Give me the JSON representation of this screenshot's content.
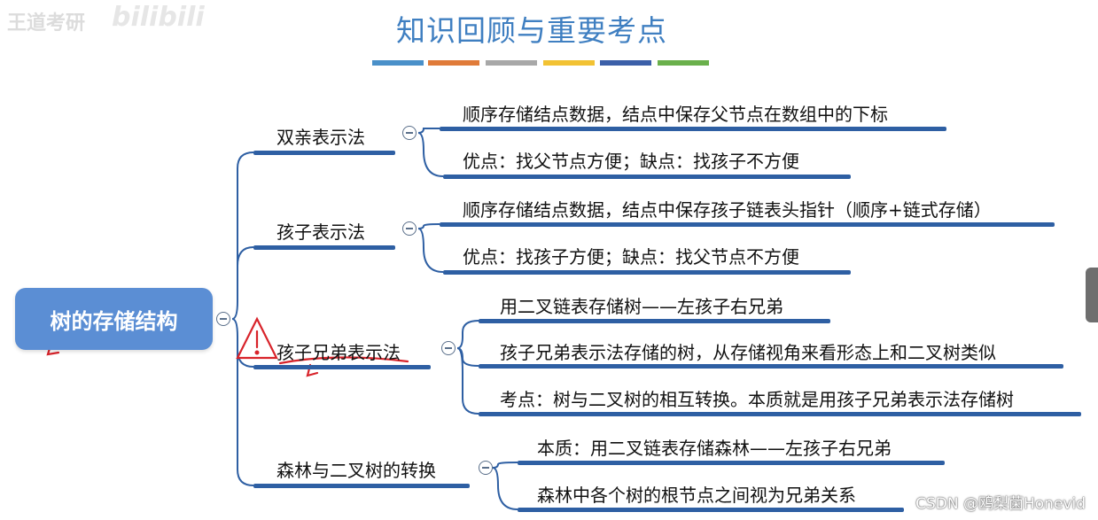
{
  "title": "知识回顾与重要考点",
  "watermark": "王道考研",
  "bilibili": "bilibili",
  "colors": {
    "accent": "#3f7fc1",
    "root_bg": "#5b8ed4",
    "underline": "#2e5fa3",
    "title_bars": [
      "#4a90c9",
      "#e07b39",
      "#a8a8a8",
      "#f2c233",
      "#3b5fa8",
      "#6ab04c"
    ]
  },
  "root": {
    "label": "树的存储结构"
  },
  "branches": [
    {
      "label": "双亲表示法",
      "leaves": [
        "顺序存储结点数据，结点中保存父节点在数组中的下标",
        "优点：找父节点方便；缺点：找孩子不方便"
      ]
    },
    {
      "label": "孩子表示法",
      "leaves": [
        "顺序存储结点数据，结点中保存孩子链表头指针（顺序+链式存储）",
        "优点：找孩子方便；缺点：找父节点不方便"
      ]
    },
    {
      "label": "孩子兄弟表示法",
      "leaves": [
        "用二叉链表存储树——左孩子右兄弟",
        "孩子兄弟表示法存储的树，从存储视角来看形态上和二叉树类似",
        "考点：树与二叉树的相互转换。本质就是用孩子兄弟表示法存储树"
      ]
    },
    {
      "label": "森林与二叉树的转换",
      "leaves": [
        "本质：用二叉链表存储森林——左孩子右兄弟",
        "森林中各个树的根节点之间视为兄弟关系"
      ]
    }
  ],
  "footer": {
    "csdn": "CSDN @鸥梨菌Honevid"
  },
  "icons": {
    "collapse": "minus-circle-icon",
    "warning": "warning-triangle-icon"
  }
}
